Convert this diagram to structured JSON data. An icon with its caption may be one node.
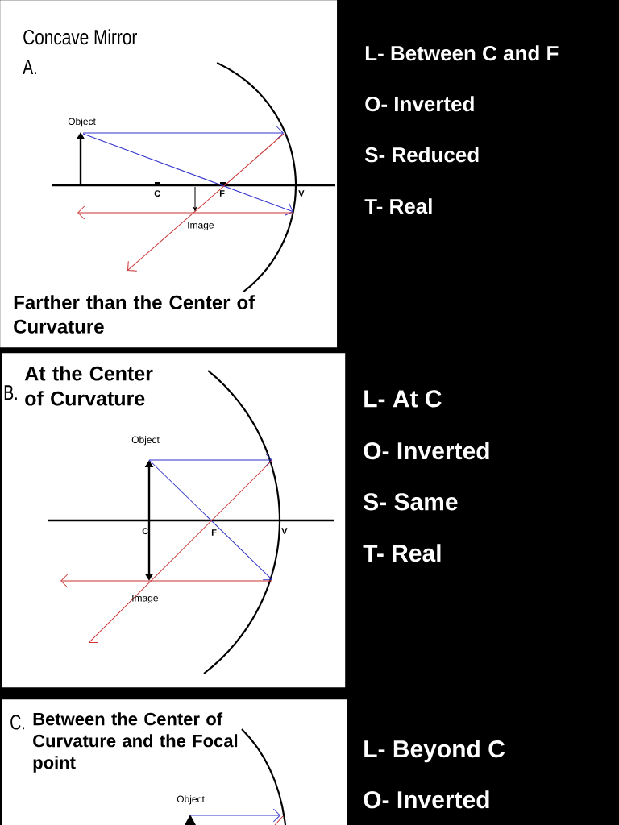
{
  "diagram": {
    "title": "Concave Mirror",
    "nodes": [
      {
        "text": [
          "A.",
          "Object",
          "C",
          "F",
          "V",
          "Image",
          "Farther than the Center of Curvature"
        ]
      },
      {
        "text": [
          "L- Between C and F",
          "O- Inverted",
          "S- Reduced",
          "T- Real"
        ]
      },
      {
        "text": [
          "B.",
          "At the Center of Curvature",
          "Object",
          "C",
          "F",
          "V",
          "Image"
        ]
      },
      {
        "text": [
          "L- At C",
          "O- Inverted",
          "S- Same",
          "T- Real"
        ]
      },
      {
        "text": [
          "C.",
          "Between the Center of Curvature and the Focal point",
          "Object"
        ]
      },
      {
        "text": [
          "L- Beyond C",
          "O- Inverted"
        ]
      }
    ]
  }
}
